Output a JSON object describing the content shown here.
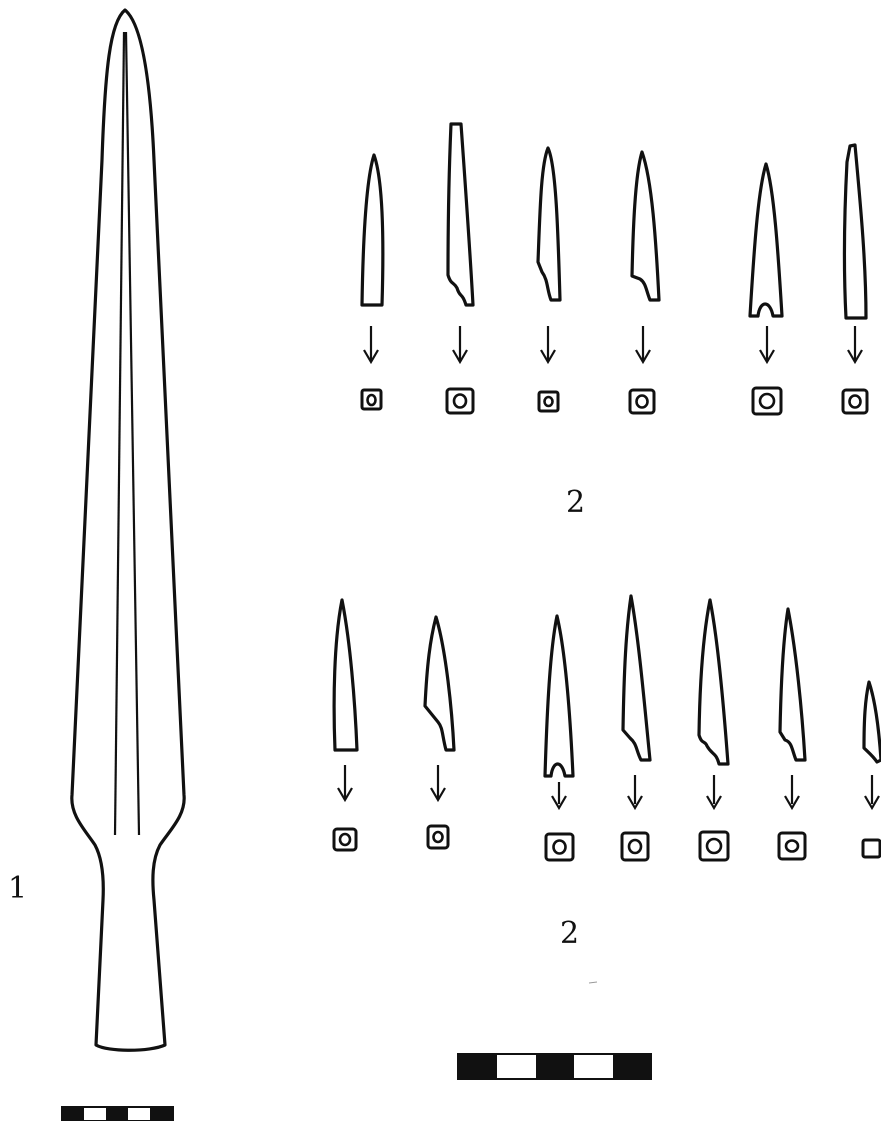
{
  "labels": {
    "spearhead": "1",
    "group_top": "2",
    "group_bottom": "2"
  },
  "colors": {
    "ink": "#111111",
    "paper": "#ffffff"
  },
  "scale_bars": {
    "small": {
      "segments": 5
    },
    "large": {
      "segments": 5
    }
  }
}
